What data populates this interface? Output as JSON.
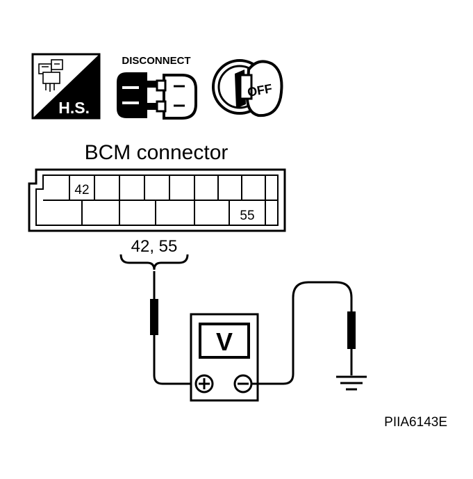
{
  "icons": {
    "hs_label": "H.S.",
    "disconnect_label": "DISCONNECT",
    "ignition_label": "OFF"
  },
  "connector": {
    "title": "BCM connector",
    "terminal_top": "42",
    "terminal_bottom": "55",
    "probe_label": "42, 55"
  },
  "meter": {
    "display": "V"
  },
  "reference_code": "PIIA6143E",
  "colors": {
    "line": "#000000",
    "background": "#ffffff"
  }
}
